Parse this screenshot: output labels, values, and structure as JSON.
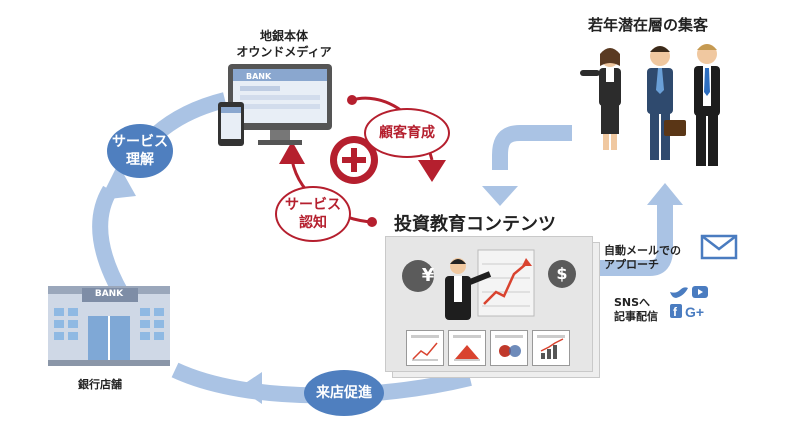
{
  "top_media": {
    "line1": "地銀本体",
    "line2": "オウンドメディア",
    "monitor_label": "BANK"
  },
  "audience_title": "若年潜在層の集客",
  "bubbles": {
    "service_understanding": "サービス\n理解",
    "customer_nurturing": "顧客育成",
    "service_awareness": "サービス\n認知",
    "store_visit": "来店促進"
  },
  "content_title": "投資教育コンテンツ",
  "bank_building": {
    "sign": "BANK",
    "caption": "銀行店舗"
  },
  "channels": {
    "email": "自動メールでの\nアプローチ",
    "sns": "SNSへ\n記事配信"
  },
  "currency": {
    "yen": "¥",
    "dollar": "$"
  },
  "colors": {
    "flow_blue": "#aac3e4",
    "bubble_blue": "#4f7fbf",
    "accent_red": "#b51f2e"
  }
}
